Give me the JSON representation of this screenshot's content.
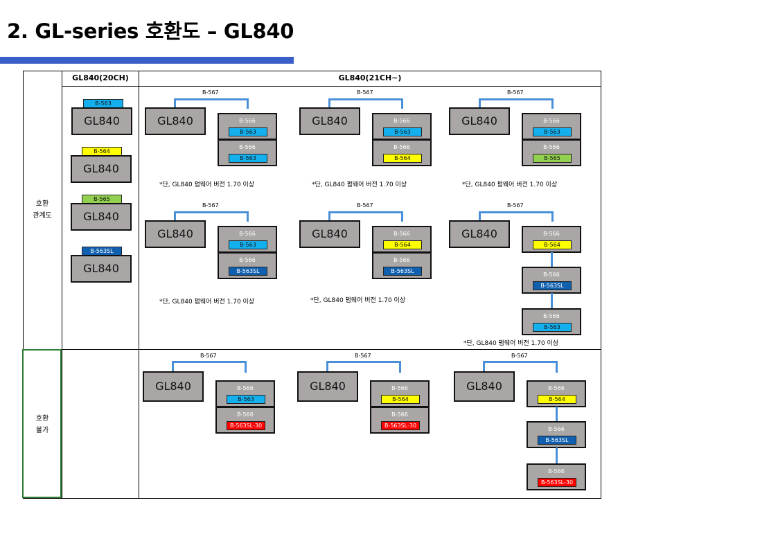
{
  "title": "2. GL-series 호환도 – GL840",
  "table": {
    "header_left": "GL840(20CH)",
    "header_right": "GL840(21CH~)",
    "row1_label": [
      "호환",
      "관계도"
    ],
    "row2_label": [
      "호환",
      "불가"
    ]
  },
  "left_col": [
    {
      "tag": "B-563",
      "unit": "GL840",
      "color": "#14b0ee"
    },
    {
      "tag": "B-564",
      "unit": "GL840",
      "color": "#ffff00"
    },
    {
      "tag": "B-565",
      "unit": "GL840",
      "color": "#92d050"
    },
    {
      "tag": "B-563SL",
      "unit": "GL840",
      "color": "#1160b0"
    }
  ],
  "common": {
    "unit": "GL840",
    "cable": "B-567",
    "module": "B-566",
    "note": "*단, GL840 펌웨어 버전 1.70 이상"
  },
  "groups": [
    {
      "modules": [
        "B-563",
        "B-563"
      ],
      "colors": [
        "#14b0ee",
        "#14b0ee"
      ]
    },
    {
      "modules": [
        "B-563",
        "B-564"
      ],
      "colors": [
        "#14b0ee",
        "#ffff00"
      ]
    },
    {
      "modules": [
        "B-563",
        "B-565"
      ],
      "colors": [
        "#14b0ee",
        "#92d050"
      ]
    },
    {
      "modules": [
        "B-563",
        "B-563SL"
      ],
      "colors": [
        "#14b0ee",
        "#1160b0"
      ]
    },
    {
      "modules": [
        "B-564",
        "B-563SL"
      ],
      "colors": [
        "#ffff00",
        "#1160b0"
      ]
    },
    {
      "modules": [
        "B-564",
        "B-563SL",
        "B-563"
      ],
      "colors": [
        "#ffff00",
        "#1160b0",
        "#14b0ee"
      ]
    },
    {
      "modules": [
        "B-563",
        "B-563SL-30"
      ],
      "colors": [
        "#14b0ee",
        "#ff0000"
      ]
    },
    {
      "modules": [
        "B-564",
        "B-563SL-30"
      ],
      "colors": [
        "#ffff00",
        "#ff0000"
      ]
    },
    {
      "modules": [
        "B-564",
        "B-563SL",
        "B-563SL-30"
      ],
      "colors": [
        "#ffff00",
        "#1160b0",
        "#ff0000"
      ]
    }
  ]
}
